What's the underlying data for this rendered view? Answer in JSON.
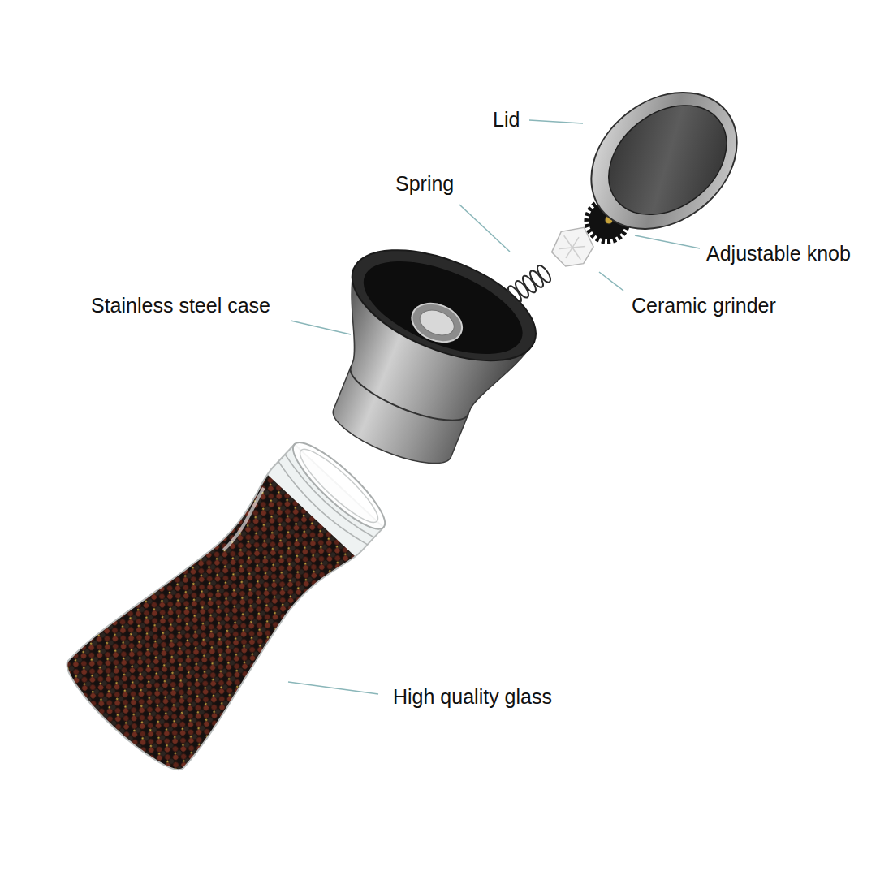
{
  "diagram": {
    "labels": [
      "Lid",
      "Spring",
      "Adjustable knob",
      "Ceramic grinder",
      "Stainless steel case",
      "High quality glass"
    ]
  }
}
